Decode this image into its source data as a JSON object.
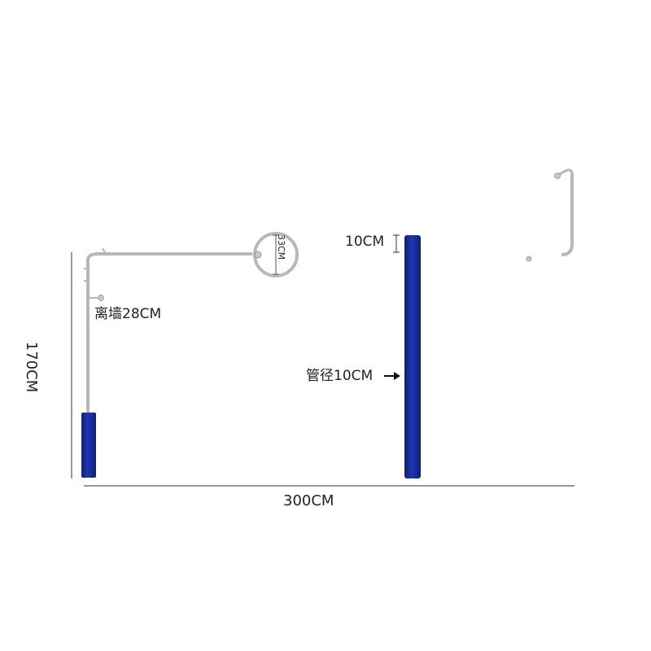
{
  "labels": {
    "height": "170CM",
    "width": "300CM",
    "wall_offset": "离墙28CM",
    "top_gap": "10CM",
    "ring_diameter": "33CM",
    "pipe_diameter": "管径10CM"
  },
  "colors": {
    "pole": "#1a2e9a",
    "pole_shade": "#0f1f78",
    "rod": "#b8b8b8",
    "rod_highlight": "#e6e6e6",
    "dimension_line": "#333333"
  }
}
